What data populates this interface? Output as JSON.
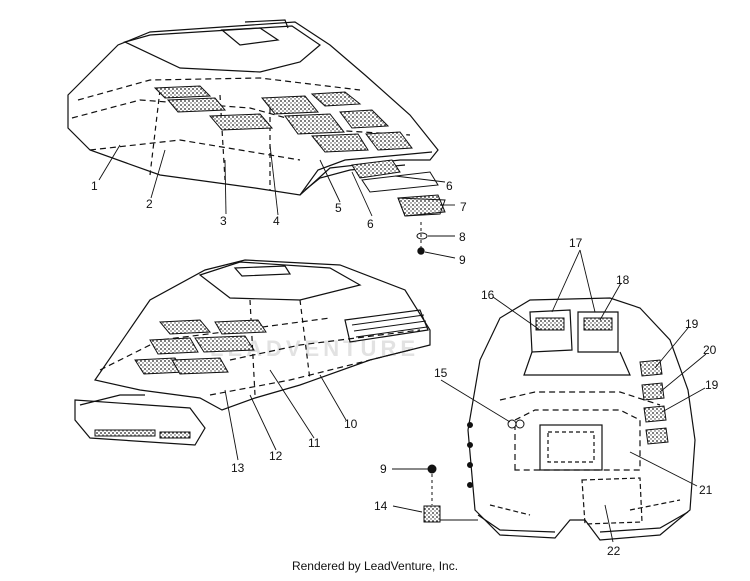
{
  "diagram": {
    "callouts": [
      "1",
      "2",
      "3",
      "4",
      "5",
      "6",
      "6",
      "7",
      "8",
      "9",
      "10",
      "11",
      "12",
      "13",
      "9",
      "14",
      "15",
      "16",
      "17",
      "18",
      "19",
      "20",
      "19",
      "21",
      "22"
    ]
  },
  "watermark": "LEADVENTURE",
  "footer": {
    "credit": "Rendered by LeadVenture, Inc."
  }
}
